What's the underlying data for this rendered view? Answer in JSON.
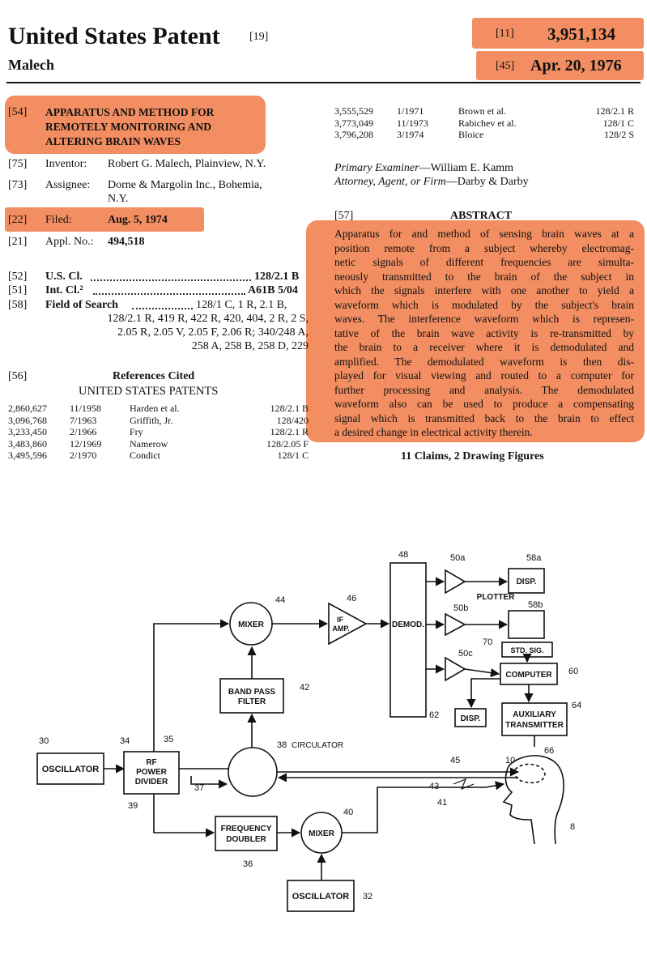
{
  "header": {
    "title": "United States Patent",
    "title_code": "[19]",
    "inventor_surname": "Malech",
    "patent_code": "[11]",
    "patent_number": "3,951,134",
    "date_code": "[45]",
    "date": "Apr. 20, 1976"
  },
  "left": {
    "title_code": "[54]",
    "title_lines": [
      "APPARATUS AND METHOD FOR",
      "REMOTELY MONITORING AND",
      "ALTERING BRAIN WAVES"
    ],
    "inventor_code": "[75]",
    "inventor_label": "Inventor:",
    "inventor_value": "Robert G. Malech, Plainview, N.Y.",
    "assignee_code": "[73]",
    "assignee_label": "Assignee:",
    "assignee_value": "Dorne & Margolin Inc., Bohemia,",
    "assignee_value2": "N.Y.",
    "filed_code": "[22]",
    "filed_label": "Filed:",
    "filed_value": "Aug. 5, 1974",
    "appl_code": "[21]",
    "appl_label": "Appl. No.:",
    "appl_value": "494,518",
    "uscl_code": "[52]",
    "uscl_label": "U.S. Cl.",
    "uscl_value": "128/2.1 B",
    "intcl_code": "[51]",
    "intcl_label": "Int. Cl.²",
    "intcl_value": "A61B 5/04",
    "field_code": "[58]",
    "field_label": "Field of Search",
    "field_lines": [
      "128/1 C, 1 R, 2.1 B,",
      "128/2.1 R, 419 R, 422 R, 420, 404, 2 R, 2 S,",
      "2.05 R, 2.05 V, 2.05 F, 2.06 R; 340/248 A,",
      "258 A, 258 B, 258 D, 229"
    ],
    "refs_code": "[56]",
    "refs_title": "References Cited",
    "refs_subtitle": "UNITED STATES PATENTS",
    "refs": [
      {
        "num": "2,860,627",
        "date": "11/1958",
        "name": "Harden et al.",
        "cls": "128/2.1 B"
      },
      {
        "num": "3,096,768",
        "date": "7/1963",
        "name": "Griffith, Jr.",
        "cls": "128/420"
      },
      {
        "num": "3,233,450",
        "date": "2/1966",
        "name": "Fry",
        "cls": "128/2.1 R"
      },
      {
        "num": "3,483,860",
        "date": "12/1969",
        "name": "Namerow",
        "cls": "128/2.05 F"
      },
      {
        "num": "3,495,596",
        "date": "2/1970",
        "name": "Condict",
        "cls": "128/1 C"
      }
    ]
  },
  "right": {
    "refs": [
      {
        "num": "3,555,529",
        "date": "1/1971",
        "name": "Brown et al.",
        "cls": "128/2.1 R"
      },
      {
        "num": "3,773,049",
        "date": "11/1973",
        "name": "Rabichev et al.",
        "cls": "128/1 C"
      },
      {
        "num": "3,796,208",
        "date": "3/1974",
        "name": "Bloice",
        "cls": "128/2 S"
      }
    ],
    "examiner_label": "Primary Examiner",
    "examiner_value": "—William E. Kamm",
    "attorney_label": "Attorney, Agent, or Firm",
    "attorney_value": "—Darby & Darby",
    "abstract_code": "[57]",
    "abstract_title": "ABSTRACT",
    "abstract_lines": [
      "Apparatus for and method of sensing brain waves at a",
      "position remote from a subject whereby electromag-",
      "netic signals of different frequencies are simulta-",
      "neously transmitted to the brain of the subject in",
      "which the signals interfere with one another to yield a",
      "waveform which is modulated by the subject's brain",
      "waves. The interference waveform which is represen-",
      "tative of the brain wave activity is re-transmitted by",
      "the brain to a receiver where it is demodulated and",
      "amplified. The demodulated waveform is then dis-",
      "played for visual viewing and routed to a computer for",
      "further processing and analysis. The demodulated",
      "waveform also can be used to produce a compensating",
      "signal which is transmitted back to the brain to effect",
      "a desired change in electrical activity therein."
    ],
    "claims": "11 Claims, 2 Drawing Figures"
  },
  "diagram": {
    "oscillator1": "OSCILLATOR",
    "rf1": "RF",
    "rf2": "POWER",
    "rf3": "DIVIDER",
    "mixer_top": "MIXER",
    "mixer_bottom": "MIXER",
    "bpf1": "BAND PASS",
    "bpf2": "FILTER",
    "if1": "IF",
    "if2": "AMP.",
    "demod": "DEMOD.",
    "disp_a": "DISP.",
    "plotter": "PLOTTER",
    "std_sig": "STD. SIG.",
    "computer": "COMPUTER",
    "disp_62": "DISP.",
    "aux1": "AUXILIARY",
    "aux2": "TRANSMITTER",
    "circulator": "CIRCULATOR",
    "freq1": "FREQUENCY",
    "freq2": "DOUBLER",
    "oscillator2": "OSCILLATOR",
    "n8": "8",
    "n10": "10",
    "n30": "30",
    "n32": "32",
    "n34": "34",
    "n35": "35",
    "n36": "36",
    "n37": "37",
    "n38": "38",
    "n39": "39",
    "n40": "40",
    "n41": "41",
    "n42": "42",
    "n43": "43",
    "n44": "44",
    "n45": "45",
    "n46": "46",
    "n48": "48",
    "n50a": "50a",
    "n50b": "50b",
    "n50c": "50c",
    "n58a": "58a",
    "n58b": "58b",
    "n60": "60",
    "n62": "62",
    "n64": "64",
    "n66": "66",
    "n70": "70"
  }
}
